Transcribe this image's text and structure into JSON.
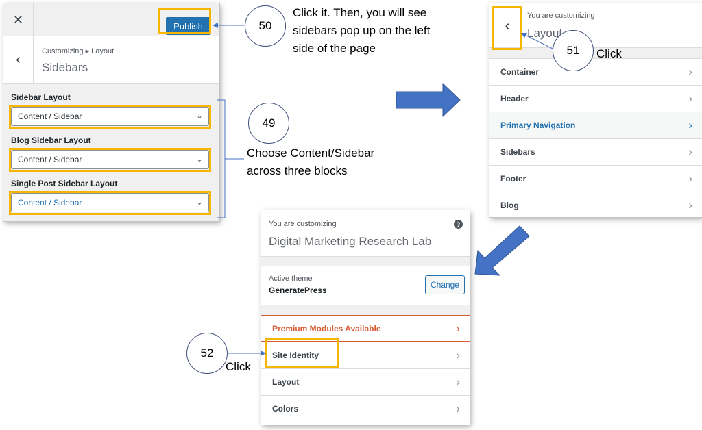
{
  "panel_sidebars": {
    "close_icon": "close-icon",
    "publish_label": "Publish",
    "breadcrumb": "Customizing ▸ Layout",
    "title": "Sidebars",
    "fields": [
      {
        "label": "Sidebar Layout",
        "value": "Content / Sidebar"
      },
      {
        "label": "Blog Sidebar Layout",
        "value": "Content / Sidebar"
      },
      {
        "label": "Single Post Sidebar Layout",
        "value": "Content / Sidebar"
      }
    ]
  },
  "panel_layout": {
    "breadcrumb": "You are customizing",
    "title": "Layout",
    "items": [
      "Container",
      "Header",
      "Primary Navigation",
      "Sidebars",
      "Footer",
      "Blog"
    ],
    "active_item": "Primary Navigation"
  },
  "panel_root": {
    "breadcrumb": "You are customizing",
    "site_title": "Digital Marketing Research Lab",
    "help_glyph": "?",
    "active_theme_label": "Active theme",
    "theme_name": "GeneratePress",
    "change_label": "Change",
    "items": [
      "Premium Modules Available",
      "Site Identity",
      "Layout",
      "Colors"
    ]
  },
  "annotations": {
    "step_49": {
      "number": "49",
      "text_1": "Choose Content/Sidebar",
      "text_2": "across three blocks"
    },
    "step_50": {
      "number": "50",
      "text_1": "Click it. Then, you will see",
      "text_2": "sidebars pop up on the left",
      "text_3": "side of the page"
    },
    "step_51": {
      "number": "51",
      "text": "Click"
    },
    "step_52": {
      "number": "52",
      "text": "Click"
    }
  },
  "colors": {
    "highlight": "#f6b600",
    "accent_blue": "#2271b1",
    "premium_orange": "#d55d35",
    "flow_arrow": "#4472c4"
  }
}
